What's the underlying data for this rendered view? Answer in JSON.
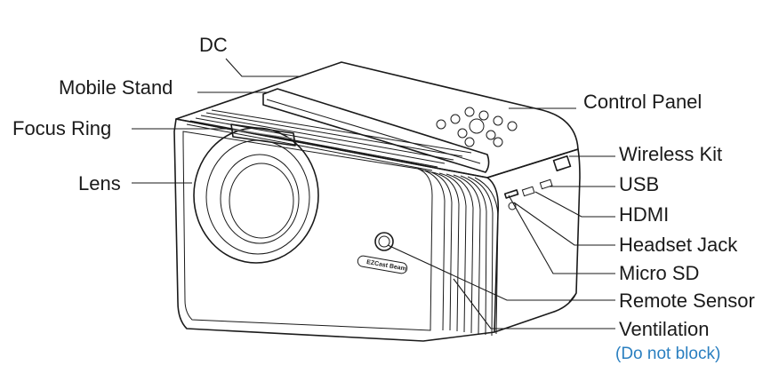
{
  "diagram": {
    "labels": {
      "dc": "DC",
      "mobile_stand": "Mobile Stand",
      "focus_ring": "Focus Ring",
      "lens": "Lens",
      "control_panel": "Control Panel",
      "wireless_kit": "Wireless Kit",
      "usb": "USB",
      "hdmi": "HDMI",
      "headset_jack": "Headset Jack",
      "micro_sd": "Micro SD",
      "remote_sensor": "Remote Sensor",
      "ventilation": "Ventilation",
      "ventilation_note": "(Do not block)"
    },
    "brand_badge": "EZCast Beam",
    "colors": {
      "note": "#2a7fc0",
      "line": "#1a1a1a"
    }
  }
}
